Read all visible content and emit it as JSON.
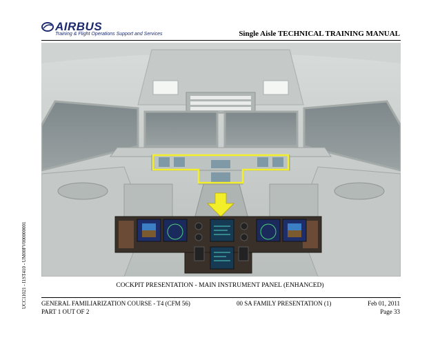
{
  "header": {
    "brand": "AIRBUS",
    "brand_sub": "Training & Flight Operations Support and Services",
    "manual_title": "Single Aisle TECHNICAL TRAINING MANUAL"
  },
  "side_code": "UCC11021 - I1ST410 - UM00FV000000001",
  "figure": {
    "caption": "COCKPIT PRESENTATION - MAIN INSTRUMENT PANEL (ENHANCED)"
  },
  "footer": {
    "course": "GENERAL FAMILIARIZATION COURSE - T4 (CFM 56)",
    "part": "PART 1 OUT OF 2",
    "section": "00 SA FAMILY PRESENTATION (1)",
    "date": "Feb 01, 2011",
    "page": "Page 33"
  },
  "colors": {
    "brand": "#1c2a6e",
    "highlight": "#f3ee2a"
  }
}
